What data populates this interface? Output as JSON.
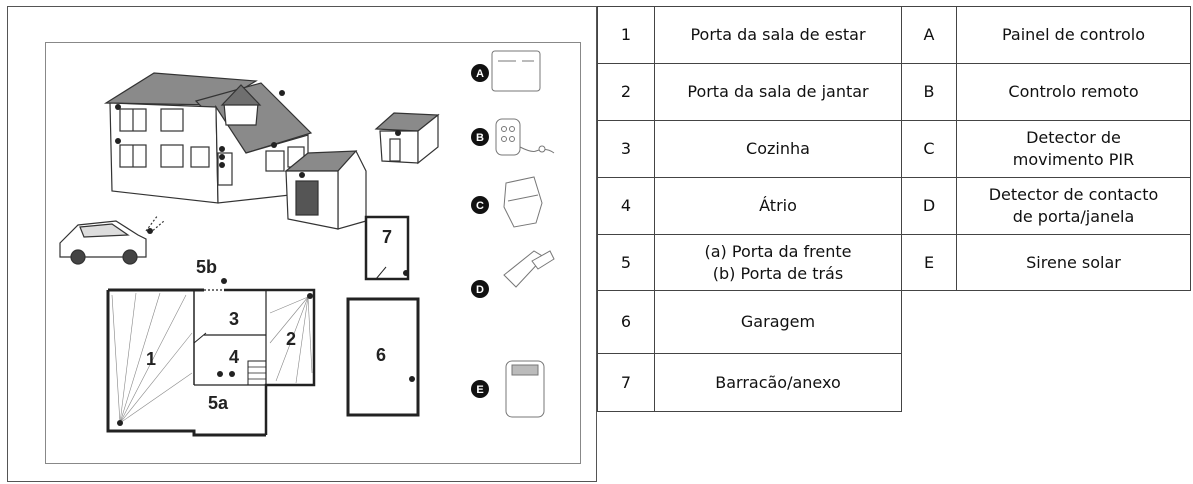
{
  "plan": {
    "room_labels": [
      "1",
      "2",
      "3",
      "4",
      "5a",
      "5b",
      "6",
      "7"
    ],
    "device_badges": [
      "A",
      "B",
      "C",
      "D",
      "E"
    ]
  },
  "legend": {
    "rooms": [
      {
        "num": "1",
        "label": "Porta da sala de estar"
      },
      {
        "num": "2",
        "label": "Porta da sala de jantar"
      },
      {
        "num": "3",
        "label": "Cozinha"
      },
      {
        "num": "4",
        "label": "Átrio"
      },
      {
        "num": "5",
        "label": "(a) Porta da frente",
        "label2": "(b) Porta de trás"
      },
      {
        "num": "6",
        "label": "Garagem"
      },
      {
        "num": "7",
        "label": "Barracão/anexo"
      }
    ],
    "devices": [
      {
        "code": "A",
        "label": "Painel de controlo"
      },
      {
        "code": "B",
        "label": "Controlo remoto"
      },
      {
        "code": "C",
        "label": "Detector de",
        "label2": "movimento PIR"
      },
      {
        "code": "D",
        "label": "Detector de contacto",
        "label2": "de porta/janela"
      },
      {
        "code": "E",
        "label": "Sirene solar"
      }
    ]
  }
}
